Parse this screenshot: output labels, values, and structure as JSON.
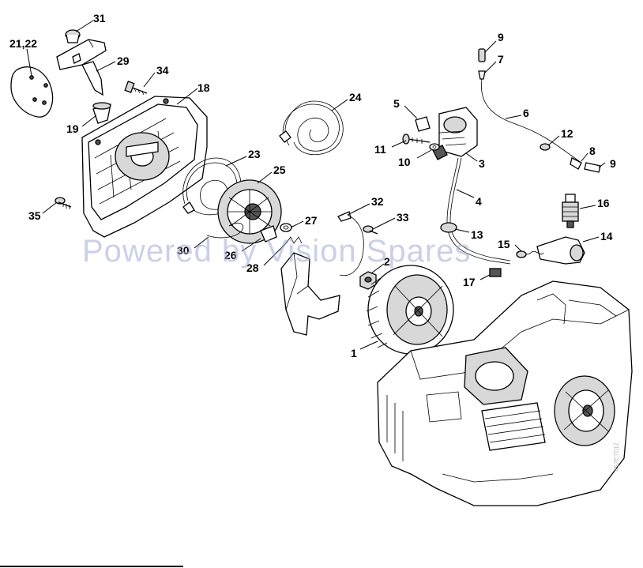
{
  "watermark": "Powered by Vision Spares",
  "side_code": "457ET012",
  "callouts": [
    {
      "id": "c31",
      "label": "31"
    },
    {
      "id": "c2122",
      "label": "21,22"
    },
    {
      "id": "c29",
      "label": "29"
    },
    {
      "id": "c34",
      "label": "34"
    },
    {
      "id": "c18",
      "label": "18"
    },
    {
      "id": "c19",
      "label": "19"
    },
    {
      "id": "c24",
      "label": "24"
    },
    {
      "id": "c5",
      "label": "5"
    },
    {
      "id": "c9a",
      "label": "9"
    },
    {
      "id": "c7",
      "label": "7"
    },
    {
      "id": "c6",
      "label": "6"
    },
    {
      "id": "c12",
      "label": "12"
    },
    {
      "id": "c11",
      "label": "11"
    },
    {
      "id": "c10",
      "label": "10"
    },
    {
      "id": "c3",
      "label": "3"
    },
    {
      "id": "c8",
      "label": "8"
    },
    {
      "id": "c9b",
      "label": "9"
    },
    {
      "id": "c23",
      "label": "23"
    },
    {
      "id": "c25",
      "label": "25"
    },
    {
      "id": "c35",
      "label": "35"
    },
    {
      "id": "c4",
      "label": "4"
    },
    {
      "id": "c16",
      "label": "16"
    },
    {
      "id": "c32",
      "label": "32"
    },
    {
      "id": "c33",
      "label": "33"
    },
    {
      "id": "c27",
      "label": "27"
    },
    {
      "id": "c13",
      "label": "13"
    },
    {
      "id": "c14",
      "label": "14"
    },
    {
      "id": "c30",
      "label": "30"
    },
    {
      "id": "c26",
      "label": "26"
    },
    {
      "id": "c15",
      "label": "15"
    },
    {
      "id": "c28",
      "label": "28"
    },
    {
      "id": "c2",
      "label": "2"
    },
    {
      "id": "c17",
      "label": "17"
    },
    {
      "id": "c1",
      "label": "1"
    }
  ]
}
